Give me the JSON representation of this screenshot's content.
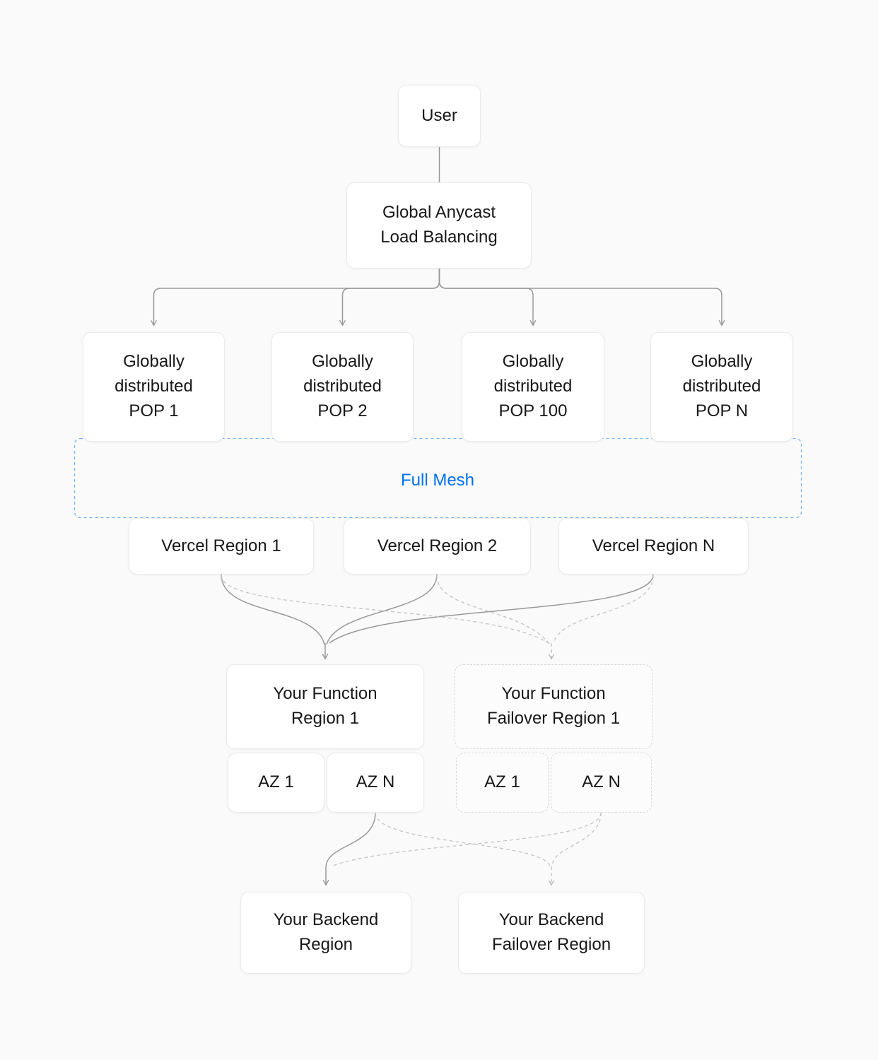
{
  "colors": {
    "background": "#fafafa",
    "node_background": "#ffffff",
    "node_border": "#ebebeb",
    "dashed_node_border": "#d9d9d9",
    "connector": "#999999",
    "connector_dashed": "#c4c4c4",
    "mesh_border_blue": "#74b3f5",
    "accent_blue": "#0070f3",
    "text": "#171717"
  },
  "diagram": {
    "user": "User",
    "load_balancer": "Global Anycast\nLoad Balancing",
    "pops": [
      "Globally\ndistributed\nPOP 1",
      "Globally\ndistributed\nPOP 2",
      "Globally\ndistributed\nPOP 100",
      "Globally\ndistributed\nPOP N"
    ],
    "full_mesh": "Full Mesh",
    "regions": [
      "Vercel Region 1",
      "Vercel Region 2",
      "Vercel Region N"
    ],
    "function_region": "Your Function\nRegion 1",
    "function_failover_region": "Your Function\nFailover Region 1",
    "azs_primary": [
      "AZ 1",
      "AZ N"
    ],
    "azs_failover": [
      "AZ 1",
      "AZ N"
    ],
    "backend_region": "Your Backend\nRegion",
    "backend_failover_region": "Your Backend\nFailover Region"
  }
}
